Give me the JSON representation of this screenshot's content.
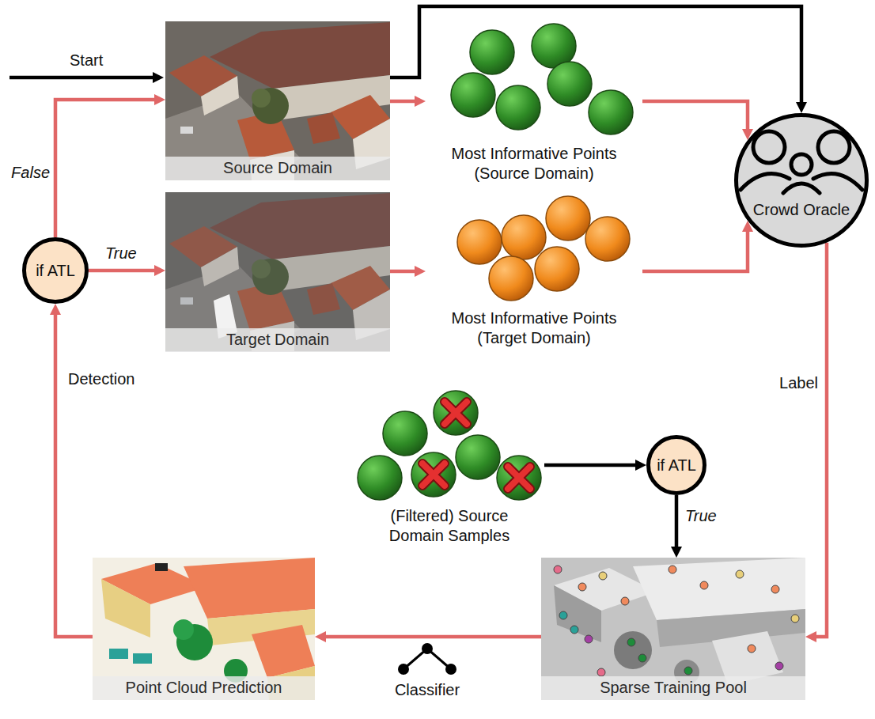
{
  "diagram": {
    "nodes": [
      {
        "text": [
          "Source Domain"
        ]
      },
      {
        "text": [
          "Most Informative Points (Source Domain)"
        ]
      },
      {
        "text": [
          "Crowd Oracle"
        ]
      },
      {
        "text": [
          "if ATL"
        ]
      },
      {
        "text": [
          "Target Domain"
        ]
      },
      {
        "text": [
          "Most Informative Points (Target Domain)"
        ]
      },
      {
        "text": [
          "(Filtered) Source Domain Samples"
        ]
      },
      {
        "text": [
          "if ATL"
        ]
      },
      {
        "text": [
          "Point Cloud Prediction"
        ]
      },
      {
        "text": [
          "Sparse Training Pool"
        ]
      }
    ],
    "edges": [
      {
        "from": 0,
        "to": 1,
        "arrow": "to"
      },
      {
        "from": 0,
        "to": 2,
        "arrow": "to"
      },
      {
        "from": 1,
        "to": 2,
        "arrow": "to"
      },
      {
        "from": 4,
        "to": 5,
        "arrow": "to"
      },
      {
        "from": 5,
        "to": 2,
        "arrow": "to"
      },
      {
        "from": 2,
        "to": 9,
        "label": "Label",
        "arrow": "to"
      },
      {
        "from": 6,
        "to": 7,
        "arrow": "to"
      },
      {
        "from": 7,
        "to": 9,
        "label": "True",
        "arrow": "to"
      },
      {
        "from": 9,
        "to": 8,
        "label": "Classifier",
        "arrow": "to"
      },
      {
        "from": 8,
        "to": 3,
        "label": "Detection",
        "arrow": "to"
      },
      {
        "from": 3,
        "to": 4,
        "label": "True",
        "arrow": "to"
      },
      {
        "from": 3,
        "to": 0,
        "label": "False",
        "arrow": "to"
      }
    ],
    "labels": [
      "Start"
    ]
  }
}
